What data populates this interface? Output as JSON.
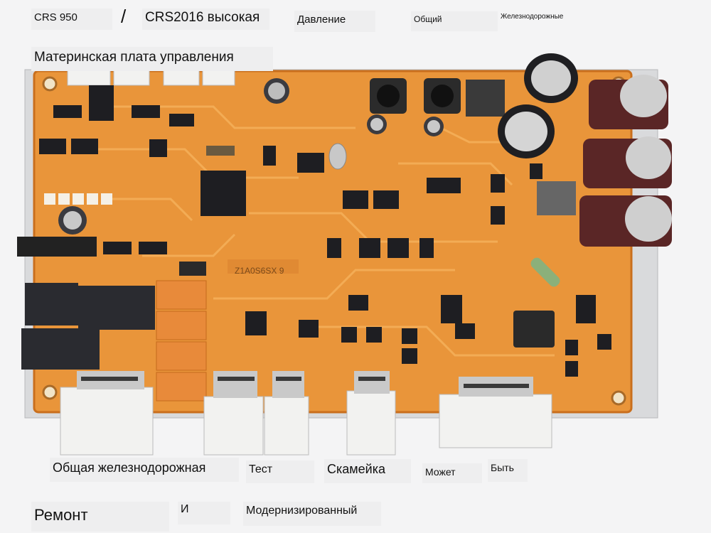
{
  "labels": {
    "crs950": "CRS 950",
    "slash": "/",
    "crs2016": "CRS2016 высокая",
    "pressure": "Давление",
    "common": "Общий",
    "railway_top": "Железнодорожные",
    "motherboard": "Материнская плата управления",
    "board_code": "Z1A0S6SX 9",
    "common_railway": "Общая железнодорожная",
    "test": "Тест",
    "bench": "Скамейка",
    "can": "Может",
    "be": "Быть",
    "repair": "Ремонт",
    "and": "И",
    "modernized": "Модернизированный"
  },
  "colors": {
    "pcb": "#e9953a",
    "pcb_dark": "#c96f1d",
    "chip": "#1e1e22",
    "connector": "#f2f2f0",
    "capacitor": "#5a2626",
    "label_bg": "#eeeeef"
  }
}
